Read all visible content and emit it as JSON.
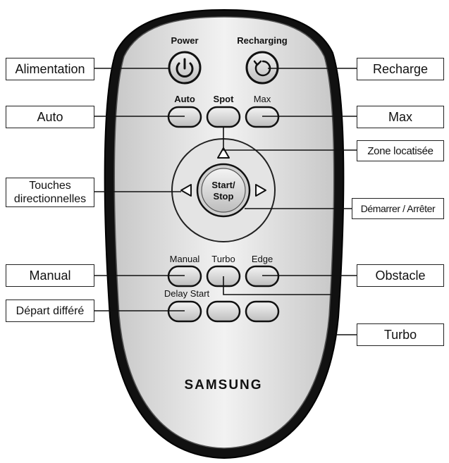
{
  "remote": {
    "brand": "SAMSUNG",
    "buttons": {
      "power": "Power",
      "recharging": "Recharging",
      "auto": "Auto",
      "spot": "Spot",
      "max": "Max",
      "start_line1": "Start/",
      "start_line2": "Stop",
      "manual": "Manual",
      "turbo": "Turbo",
      "edge": "Edge",
      "delay_start": "Delay Start"
    },
    "icons": [
      "power-icon",
      "recharge-icon",
      "arrow-up-icon",
      "arrow-left-icon",
      "arrow-right-icon"
    ]
  },
  "callouts": {
    "alimentation": "Alimentation",
    "recharge": "Recharge",
    "auto": "Auto",
    "max": "Max",
    "zone": "Zone locatisée",
    "touches_line1": "Touches",
    "touches_line2": "directionnelles",
    "demarrer": "Démarrer / Arrêter",
    "manual": "Manual",
    "obstacle": "Obstacle",
    "depart": "Départ différé",
    "turbo": "Turbo"
  }
}
